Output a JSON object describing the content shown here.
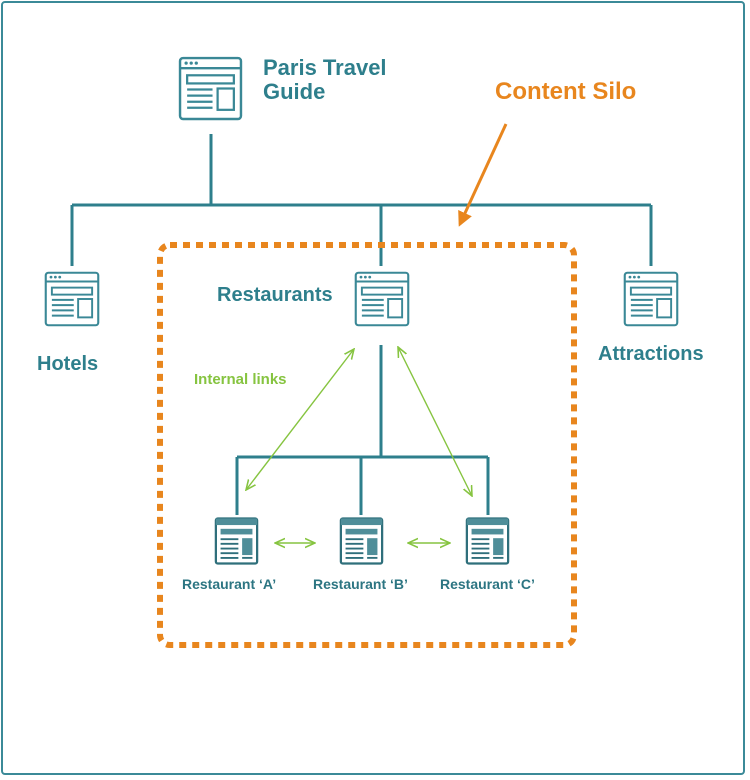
{
  "diagram": {
    "root": {
      "title": "Paris Travel Guide"
    },
    "categories": {
      "hotels": "Hotels",
      "restaurants": "Restaurants",
      "attractions": "Attractions"
    },
    "restaurants": [
      {
        "label": "Restaurant ‘A’"
      },
      {
        "label": "Restaurant ‘B’"
      },
      {
        "label": "Restaurant ‘C’"
      }
    ],
    "annotations": {
      "silo": "Content Silo",
      "internal_links": "Internal links"
    },
    "colors": {
      "tree": "#2e7f8c",
      "icon": "#3a8896",
      "silo": "#e8861e",
      "links": "#86c440",
      "frame": "#3b8a98"
    },
    "icons": {
      "page": "webpage-icon",
      "article": "article-icon"
    }
  }
}
